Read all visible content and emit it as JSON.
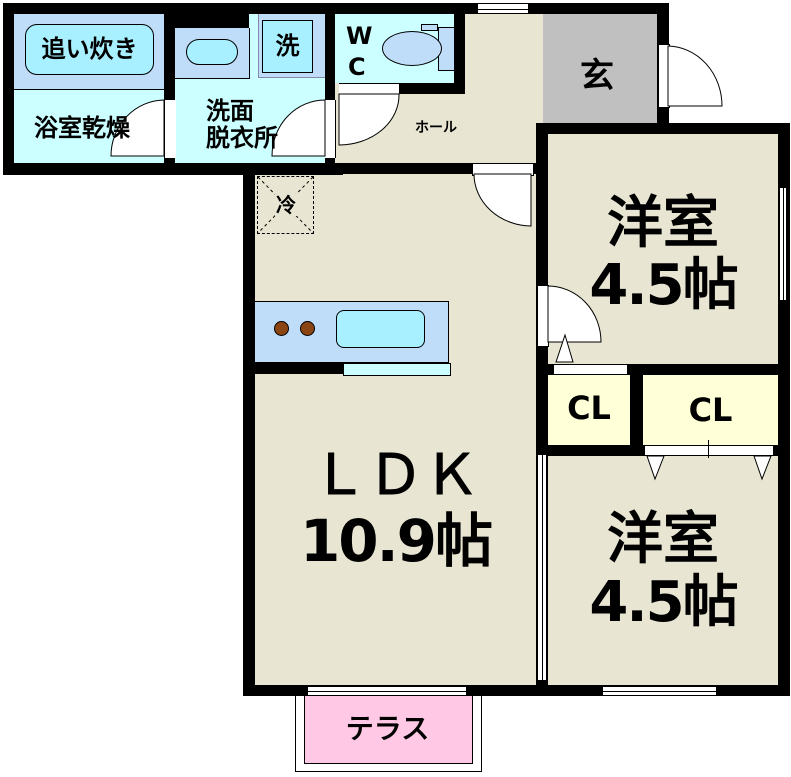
{
  "floorplan": {
    "rooms": {
      "bath": {
        "label": "浴室乾燥",
        "feature": "追い炊き"
      },
      "washroom": {
        "label_line1": "洗面",
        "label_line2": "脱衣所",
        "washer": "洗"
      },
      "wc": {
        "label_line1": "W",
        "label_line2": "C"
      },
      "hall": {
        "label": "ホール"
      },
      "entrance": {
        "label": "玄"
      },
      "fridge": {
        "label": "冷"
      },
      "ldk": {
        "label_line1": "ＬＤＫ",
        "label_line2": "10.9帖"
      },
      "bedroom1": {
        "label_line1": "洋室",
        "label_line2": "4.5帖"
      },
      "bedroom2": {
        "label_line1": "洋室",
        "label_line2": "4.5帖"
      },
      "closet1": {
        "label": "CL"
      },
      "closet2": {
        "label": "CL"
      },
      "terrace": {
        "label": "テラス"
      }
    },
    "colors": {
      "wall": "#000000",
      "floor_main": "#e8e6d2",
      "wet_area_light": "#ccffff",
      "wet_area_blue": "#bfdcf8",
      "fixture_cyan": "#a8f0ff",
      "entrance": "#c0c0c0",
      "closet": "#ffffd8",
      "terrace": "#ffc8e4",
      "stove_burner": "#8b4513"
    }
  }
}
